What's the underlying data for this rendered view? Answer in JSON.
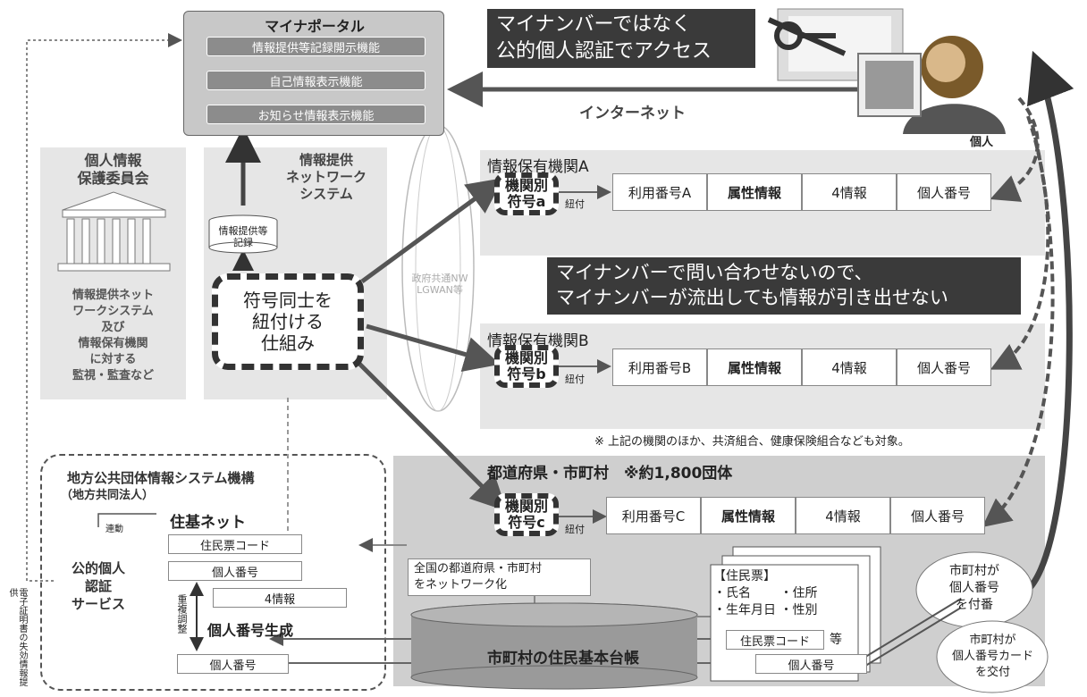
{
  "portal": {
    "title": "マイナポータル",
    "items": [
      "情報提供等記録開示機能",
      "自己情報表示機能",
      "お知らせ情報表示機能"
    ]
  },
  "callout_top": [
    "マイナンバーではなく",
    "公的個人認証でアクセス"
  ],
  "internet_label": "インターネット",
  "person_label": "個人",
  "committee": {
    "title": [
      "個人情報",
      "保護委員会"
    ],
    "desc": [
      "情報提供ネット",
      "ワークシステム",
      "及び",
      "情報保有機関",
      "に対する",
      "監視・監査など"
    ]
  },
  "network": {
    "title": [
      "情報提供",
      "ネットワーク",
      "システム"
    ],
    "record": [
      "情報提供等",
      "記録"
    ],
    "mechanism": [
      "符号同士を",
      "紐付ける",
      "仕組み"
    ],
    "govnw": [
      "政府共通NW",
      "LGWAN等"
    ]
  },
  "agencyA": {
    "title": "情報保有機関A",
    "code": [
      "機関別",
      "符号a"
    ],
    "link": "紐付",
    "cells": [
      "利用番号A",
      "属性情報",
      "4情報",
      "個人番号"
    ]
  },
  "agencyB": {
    "title": "情報保有機関B",
    "code": [
      "機関別",
      "符号b"
    ],
    "link": "紐付",
    "cells": [
      "利用番号B",
      "属性情報",
      "4情報",
      "個人番号"
    ]
  },
  "callout_mid": [
    "マイナンバーで問い合わせないので、",
    "マイナンバーが流出しても情報が引き出せない"
  ],
  "note": "※ 上記の機関のほか、共済組合、健康保険組合なども対象。",
  "prefecture": {
    "title": "都道府県・市町村　※約1,800団体",
    "code": [
      "機関別",
      "符号c"
    ],
    "link": "紐付",
    "cells": [
      "利用番号C",
      "属性情報",
      "4情報",
      "個人番号"
    ]
  },
  "jlis": {
    "title": "地方公共団体情報システム機構",
    "subtitle": "（地方共同法人）",
    "juki": "住基ネット",
    "renkei": "連動",
    "items": [
      "住民票コード",
      "個人番号",
      "4情報"
    ],
    "jpki": [
      "公的個人",
      "認証",
      "サービス"
    ],
    "chofuku": "重複調整",
    "generate": "個人番号生成",
    "num": "個人番号",
    "side": "電子証明書の失効情報提供"
  },
  "network_note": [
    "全国の都道府県・市町村",
    "をネットワーク化"
  ],
  "juminhyo": {
    "title": "【住民票】",
    "lines": [
      "・氏名　　 ・住所",
      "・生年月日 ・性別"
    ],
    "code": "住民票コード",
    "tou": "等",
    "num": "個人番号"
  },
  "ledger": "市町村の住民基本台帳",
  "cloud1": [
    "市町村が",
    "個人番号",
    "を付番"
  ],
  "cloud2": [
    "市町村が",
    "個人番号カード",
    "を交付"
  ]
}
